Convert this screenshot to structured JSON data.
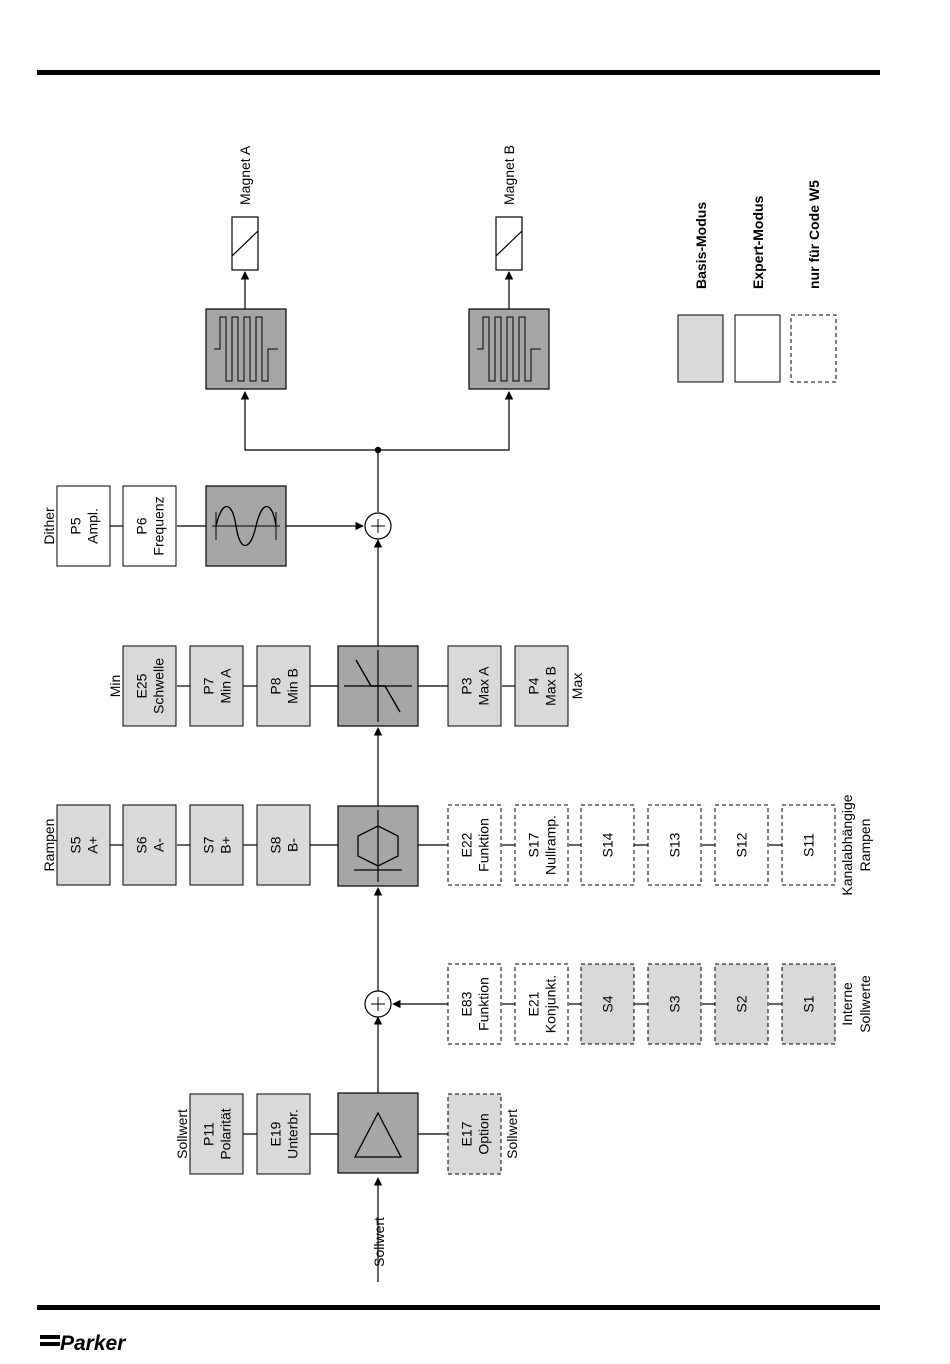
{
  "blocks": {
    "p11": [
      "P11",
      "Polarität"
    ],
    "e19": [
      "E19",
      "Unterbr."
    ],
    "e17": [
      "E17",
      "Option"
    ],
    "e83": [
      "E83",
      "Funktion"
    ],
    "e21": [
      "E21",
      "Konjunkt."
    ],
    "s4": [
      "S4"
    ],
    "s3": [
      "S3"
    ],
    "s2": [
      "S2"
    ],
    "s1": [
      "S1"
    ],
    "s5": [
      "S5",
      "A+"
    ],
    "s6": [
      "S6",
      "A-"
    ],
    "s7": [
      "S7",
      "B+"
    ],
    "s8": [
      "S8",
      "B-"
    ],
    "e22": [
      "E22",
      "Funktion"
    ],
    "s17": [
      "S17",
      "Nullramp."
    ],
    "s14": [
      "S14"
    ],
    "s13": [
      "S13"
    ],
    "s12": [
      "S12"
    ],
    "s11": [
      "S11"
    ],
    "e25": [
      "E25",
      "Schwelle"
    ],
    "p7": [
      "P7",
      "Min A"
    ],
    "p8": [
      "P8",
      "Min B"
    ],
    "p3": [
      "P3",
      "Max A"
    ],
    "p4": [
      "P4",
      "Max B"
    ],
    "p5": [
      "P5",
      "Ampl."
    ],
    "p6": [
      "P6",
      "Frequenz"
    ]
  },
  "labels": {
    "sollwert_input": "Sollwert",
    "sollwert_top": "Sollwert",
    "sollwert_option": "Sollwert",
    "interne_sollwerte": [
      "Interne",
      "Sollwerte"
    ],
    "rampen": "Rampen",
    "kanalabhaengige_rampen": [
      "Kanalabhängige",
      "Rampen"
    ],
    "min": "Min",
    "max": "Max",
    "dither": "Dither",
    "magnet_a": "Magnet A",
    "magnet_b": "Magnet B"
  },
  "legend": {
    "basis": "Basis-Modus",
    "expert": "Expert-Modus",
    "code_w5": "nur für Code W5"
  },
  "brand": "Parker"
}
